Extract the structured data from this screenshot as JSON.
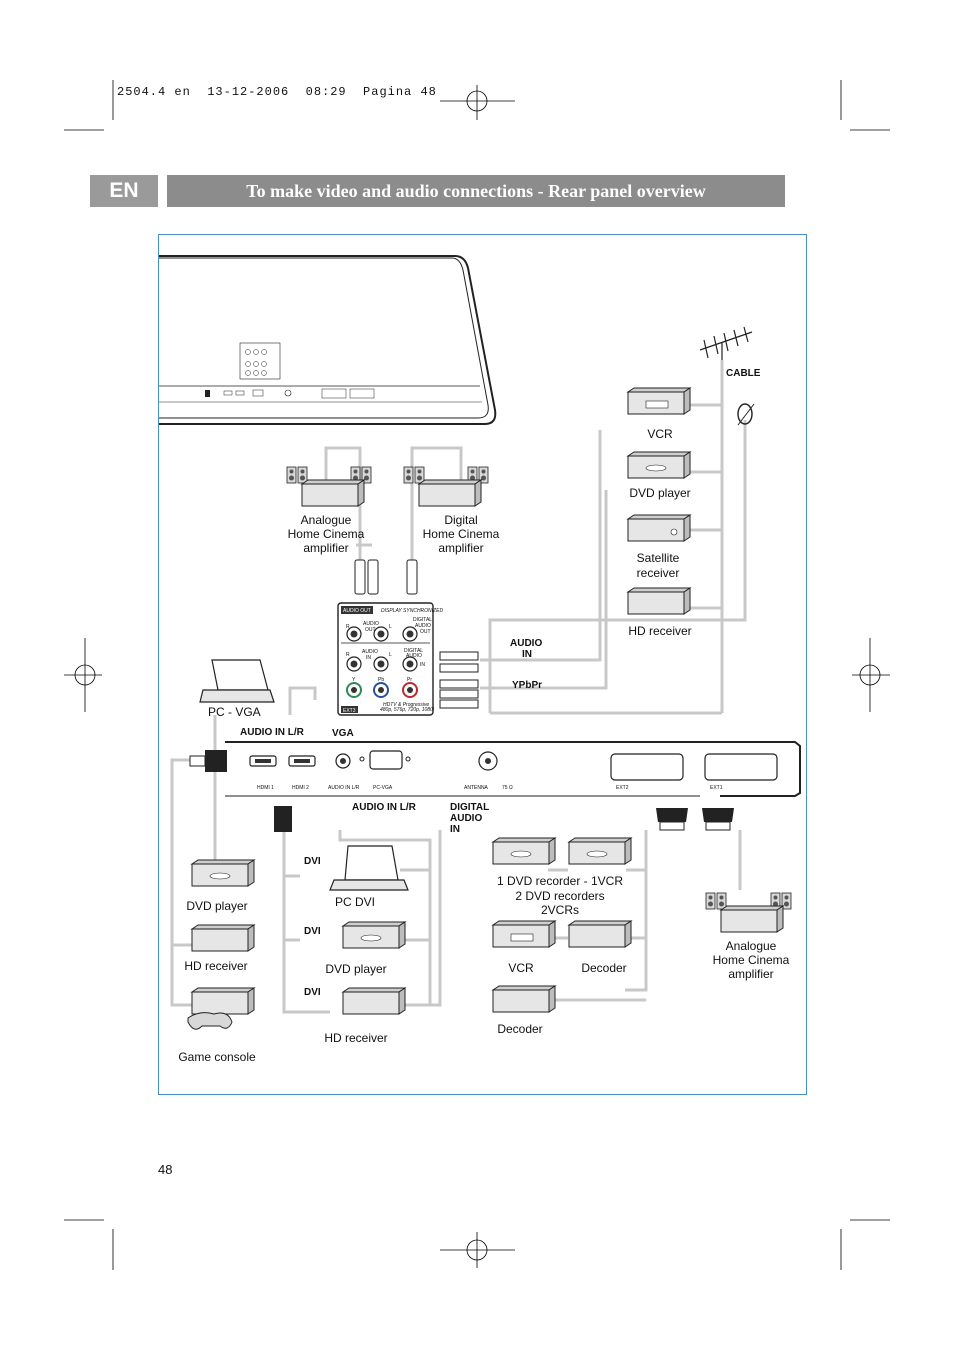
{
  "print_header": "2504.4 en  13-12-2006  08:29  Pagina 48",
  "language_tab": "EN",
  "title": "To make video and audio connections - Rear panel overview",
  "page_number": "48",
  "devices": {
    "vcr_top": "VCR",
    "dvd_top": "DVD player",
    "satellite_line1": "Satellite",
    "satellite_line2": "receiver",
    "hd_top": "HD receiver",
    "cable": "CABLE",
    "analogue_amp": [
      "Analogue",
      "Home Cinema",
      "amplifier"
    ],
    "digital_amp": [
      "Digital",
      "Home Cinema",
      "amplifier"
    ],
    "pc_vga": "PC - VGA",
    "dvd_left": "DVD player",
    "hd_left": "HD receiver",
    "game_console": "Game console",
    "pc_dvi": "PC DVI",
    "dvd_mid": "DVD player",
    "hd_mid": "HD receiver",
    "recorder_combo": [
      "1 DVD recorder - 1VCR",
      "2 DVD recorders",
      "2VCRs"
    ],
    "vcr_bottom": "VCR",
    "decoder_1": "Decoder",
    "decoder_2": "Decoder",
    "analogue_amp_right": [
      "Analogue",
      "Home Cinema",
      "amplifier"
    ]
  },
  "connectors": {
    "audio_in": [
      "AUDIO",
      "IN"
    ],
    "ypbpr": "YPbPr",
    "vga": "VGA",
    "audio_in_lr": "AUDIO IN L/R",
    "audio_in_lr_2": "AUDIO IN L/R",
    "digital_audio_in": [
      "DIGITAL",
      "AUDIO",
      "IN"
    ],
    "dvi_1": "DVI",
    "dvi_2": "DVI",
    "dvi_3": "DVI",
    "hdmi1": "HDMI 1",
    "hdmi2": "HDMI 2",
    "audio_in_panel": "AUDIO IN L/R",
    "pc_vga_panel": "PC-VGA",
    "antenna": "ANTENNA",
    "antenna_ohm": "75 Ω",
    "ext2": "EXT2",
    "ext1": "EXT1"
  },
  "side_panel": {
    "audio_out": "AUDIO OUT",
    "display_sync": "DISPLAY SYNCHRONIZED",
    "audio_out_lbl": [
      "AUDIO",
      "OUT"
    ],
    "digital_audio_out": [
      "DIGITAL",
      "AUDIO",
      "OUT"
    ],
    "audio_in_lbl": [
      "AUDIO",
      "IN"
    ],
    "digital_audio_in": [
      "DIGITAL",
      "AUDIO",
      "IN"
    ],
    "r": "R",
    "l": "L",
    "y": "Y",
    "pb": "Pb",
    "pr": "Pr",
    "ext3": "EXT3",
    "hdtv": [
      "HDTV & Progressive",
      "480p, 576p, 720p, 1080i"
    ]
  },
  "colors": {
    "header_grey": "#9a9a9a",
    "title_grey": "#8c8c8c",
    "frame_blue": "#4a90c8",
    "cable_grey": "#c8c8c8",
    "y_green": "#2e8b57",
    "pb_blue": "#2b4fa0",
    "pr_red": "#c0282d"
  }
}
